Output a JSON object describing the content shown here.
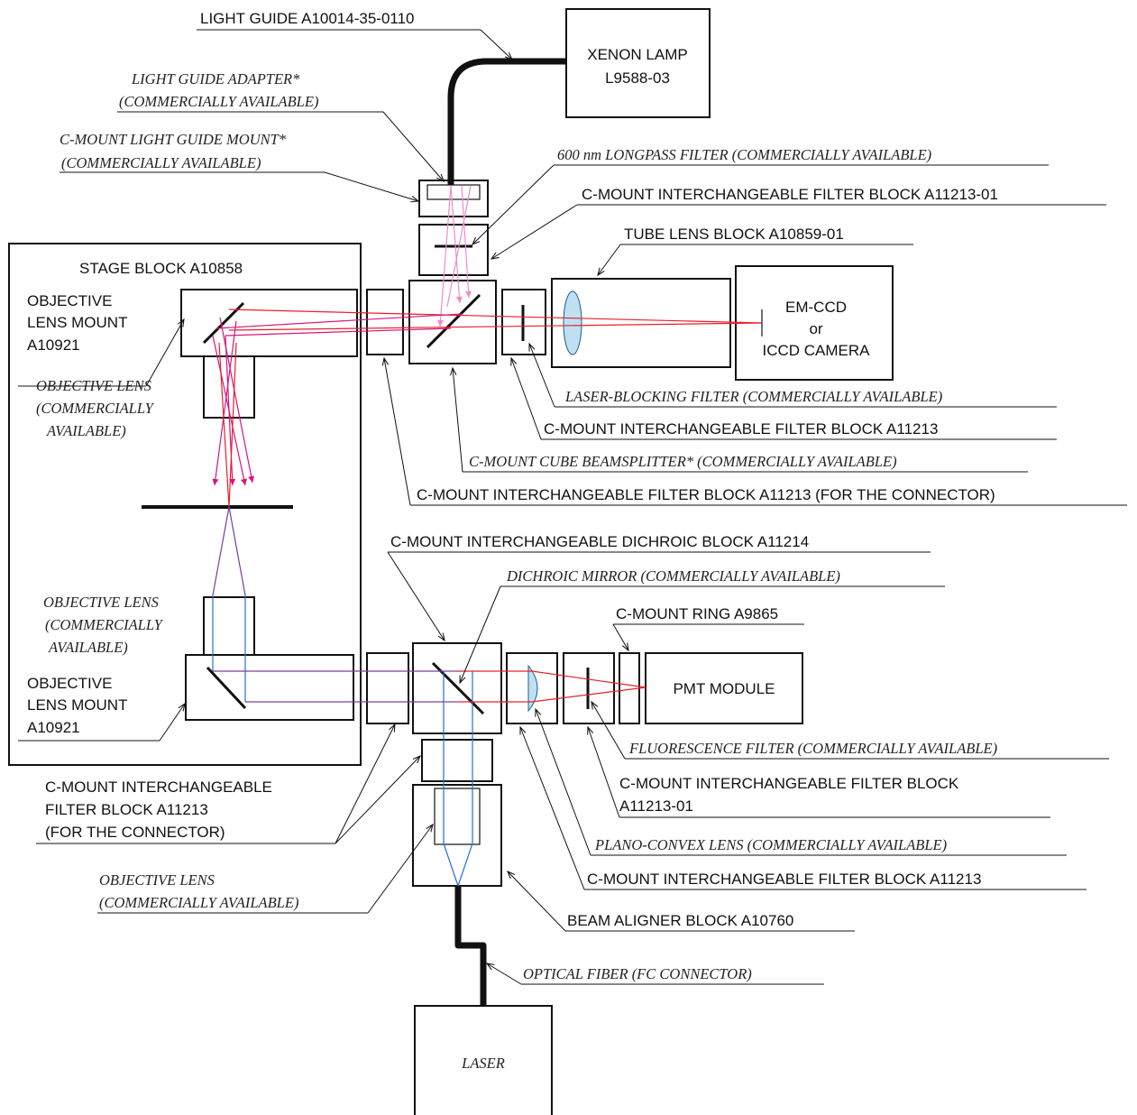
{
  "labels": {
    "light_guide": "LIGHT GUIDE A10014-35-0110",
    "xenon_lamp_line1": "XENON LAMP",
    "xenon_lamp_line2": "L9588-03",
    "light_guide_adapter_line1": "LIGHT GUIDE ADAPTER*",
    "light_guide_adapter_line2": "(COMMERCIALLY AVAILABLE)",
    "light_guide_mount_line1": "C-MOUNT LIGHT GUIDE MOUNT*",
    "light_guide_mount_line2": "(COMMERCIALLY AVAILABLE)",
    "longpass_filter": "600 nm LONGPASS FILTER (COMMERCIALLY AVAILABLE)",
    "filter_block_a11213_01_top": "C-MOUNT INTERCHANGEABLE FILTER BLOCK A11213-01",
    "tube_lens_block": "TUBE LENS BLOCK A10859-01",
    "stage_block": "STAGE BLOCK A10858",
    "objective_lens_mount_top_line1": "OBJECTIVE",
    "objective_lens_mount_top_line2": "LENS MOUNT",
    "objective_lens_mount_top_line3": "A10921",
    "camera_line1": "EM-CCD",
    "camera_line2": "or",
    "camera_line3": "ICCD CAMERA",
    "objective_lens_top_line1": "OBJECTIVE LENS",
    "objective_lens_top_line2": "(COMMERCIALLY",
    "objective_lens_top_line3": "AVAILABLE)",
    "laser_blocking_filter": "LASER-BLOCKING FILTER (COMMERCIALLY AVAILABLE)",
    "filter_block_a11213_top": "C-MOUNT INTERCHANGEABLE FILTER BLOCK A11213",
    "cube_beamsplitter": "C-MOUNT CUBE BEAMSPLITTER* (COMMERCIALLY AVAILABLE)",
    "filter_block_connector_top": "C-MOUNT INTERCHANGEABLE FILTER BLOCK A11213 (FOR THE CONNECTOR)",
    "dichroic_block": "C-MOUNT INTERCHANGEABLE DICHROIC BLOCK A11214",
    "dichroic_mirror": "DICHROIC MIRROR (COMMERCIALLY AVAILABLE)",
    "cmount_ring": "C-MOUNT RING A9865",
    "objective_lens_bottom_line1": "OBJECTIVE LENS",
    "objective_lens_bottom_line2": "(COMMERCIALLY",
    "objective_lens_bottom_line3": "AVAILABLE)",
    "objective_lens_mount_bottom_line1": "OBJECTIVE",
    "objective_lens_mount_bottom_line2": "LENS MOUNT",
    "objective_lens_mount_bottom_line3": "A10921",
    "pmt_module": "PMT MODULE",
    "fluorescence_filter": "FLUORESCENCE FILTER (COMMERCIALLY AVAILABLE)",
    "filter_block_a11213_01_bottom_line1": "C-MOUNT INTERCHANGEABLE FILTER BLOCK",
    "filter_block_a11213_01_bottom_line2": "A11213-01",
    "filter_block_connector_bottom_line1": "C-MOUNT INTERCHANGEABLE",
    "filter_block_connector_bottom_line2": "FILTER BLOCK A11213",
    "filter_block_connector_bottom_line3": "(FOR THE CONNECTOR)",
    "plano_convex_lens": "PLANO-CONVEX LENS (COMMERCIALLY AVAILABLE)",
    "filter_block_a11213_bottom": "C-MOUNT INTERCHANGEABLE FILTER BLOCK A11213",
    "objective_lens_beam_line1": "OBJECTIVE LENS",
    "objective_lens_beam_line2": "(COMMERCIALLY AVAILABLE)",
    "beam_aligner_block": "BEAM ALIGNER BLOCK A10760",
    "optical_fiber": "OPTICAL FIBER (FC CONNECTOR)",
    "laser": "LASER"
  },
  "colors": {
    "excitation_red": "#e6202a",
    "emission_magenta": "#d8147c",
    "lamp_pink": "#f08cc8",
    "laser_blue": "#2a6fd6",
    "lens_fill": "#bfe0f2"
  }
}
